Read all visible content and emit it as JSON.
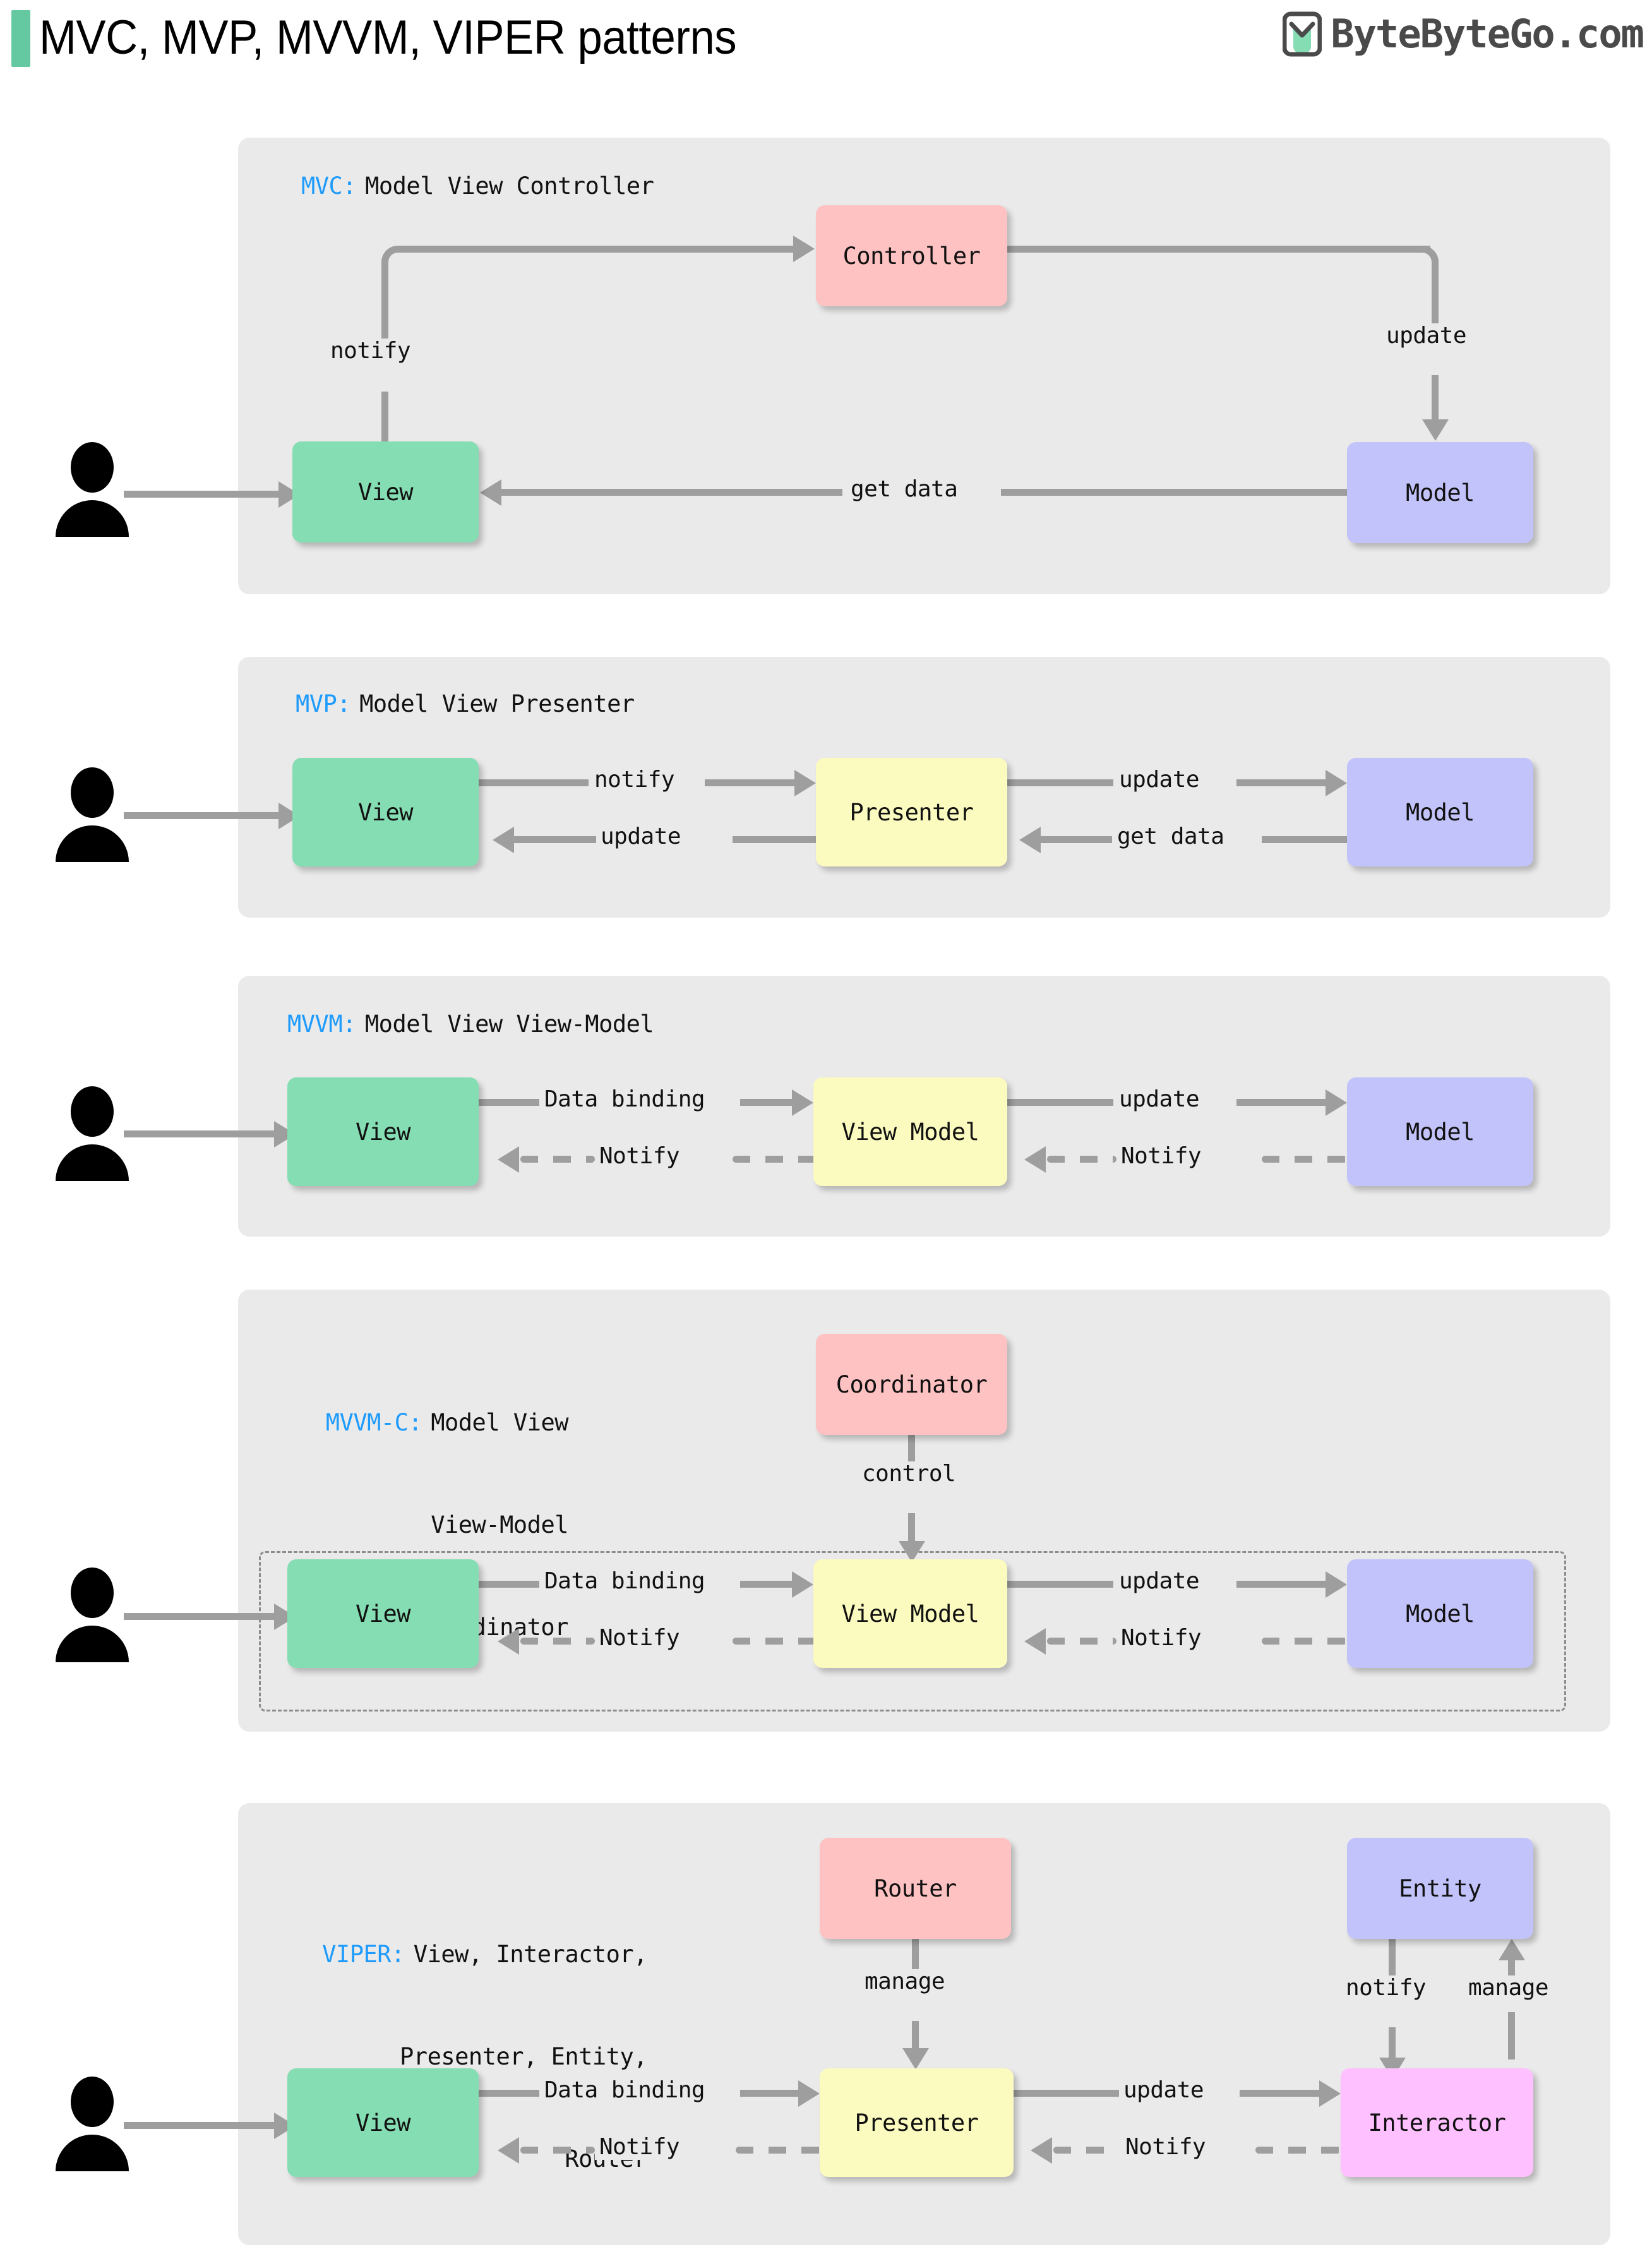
{
  "header": {
    "title": "MVC, MVP, MVVM, VIPER patterns",
    "accent_color": "#64c9a0",
    "brand_name": "ByteByteGo.com",
    "logo_icon": "bytebytego-logo-icon"
  },
  "palette": {
    "view": "#85ddb3",
    "controller": "#ffc2c2",
    "presenter": "#fbfbc0",
    "model": "#c3c3fb",
    "interactor": "#ffc0ff",
    "panel": "#eaeaea",
    "connector": "#9e9e9e",
    "abbr_text": "#1e9bfc"
  },
  "panels": [
    {
      "id": "mvc",
      "abbr": "MVC:",
      "title_lines": [
        "Model View Controller"
      ],
      "nodes": {
        "view": "View",
        "controller": "Controller",
        "model": "Model"
      },
      "edges": [
        {
          "label": "notify",
          "from": "View",
          "to": "Controller",
          "style": "solid"
        },
        {
          "label": "update",
          "from": "Controller",
          "to": "Model",
          "style": "solid"
        },
        {
          "label": "get data",
          "from": "Model",
          "to": "View",
          "style": "solid"
        }
      ]
    },
    {
      "id": "mvp",
      "abbr": "MVP:",
      "title_lines": [
        "Model View Presenter"
      ],
      "nodes": {
        "view": "View",
        "presenter": "Presenter",
        "model": "Model"
      },
      "edges": [
        {
          "label": "notify",
          "from": "View",
          "to": "Presenter",
          "style": "solid"
        },
        {
          "label": "update",
          "from": "Presenter",
          "to": "View",
          "style": "solid"
        },
        {
          "label": "update",
          "from": "Presenter",
          "to": "Model",
          "style": "solid"
        },
        {
          "label": "get data",
          "from": "Model",
          "to": "Presenter",
          "style": "solid"
        }
      ]
    },
    {
      "id": "mvvm",
      "abbr": "MVVM:",
      "title_lines": [
        "Model View View-Model"
      ],
      "nodes": {
        "view": "View",
        "view_model": "View Model",
        "model": "Model"
      },
      "edges": [
        {
          "label": "Data binding",
          "from": "View",
          "to": "View Model",
          "style": "solid"
        },
        {
          "label": "Notify",
          "from": "View Model",
          "to": "View",
          "style": "dashed"
        },
        {
          "label": "update",
          "from": "View Model",
          "to": "Model",
          "style": "solid"
        },
        {
          "label": "Notify",
          "from": "Model",
          "to": "View Model",
          "style": "dashed"
        }
      ]
    },
    {
      "id": "mvvm-c",
      "abbr": "MVVM-C:",
      "title_lines": [
        "Model View",
        "View-Model",
        "Coordinator"
      ],
      "nodes": {
        "coordinator": "Coordinator",
        "view": "View",
        "view_model": "View Model",
        "model": "Model"
      },
      "edges": [
        {
          "label": "control",
          "from": "Coordinator",
          "to": "View Model",
          "style": "solid"
        },
        {
          "label": "Data binding",
          "from": "View",
          "to": "View Model",
          "style": "solid"
        },
        {
          "label": "Notify",
          "from": "View Model",
          "to": "View",
          "style": "dashed"
        },
        {
          "label": "update",
          "from": "View Model",
          "to": "Model",
          "style": "solid"
        },
        {
          "label": "Notify",
          "from": "Model",
          "to": "View Model",
          "style": "dashed"
        }
      ]
    },
    {
      "id": "viper",
      "abbr": "VIPER:",
      "title_lines": [
        "View, Interactor,",
        "Presenter, Entity,",
        "Router"
      ],
      "nodes": {
        "router": "Router",
        "entity": "Entity",
        "view": "View",
        "presenter": "Presenter",
        "interactor": "Interactor"
      },
      "edges": [
        {
          "label": "manage",
          "from": "Router",
          "to": "Presenter",
          "style": "solid"
        },
        {
          "label": "notify",
          "from": "Entity",
          "to": "Interactor",
          "style": "solid"
        },
        {
          "label": "manage",
          "from": "Interactor",
          "to": "Entity",
          "style": "solid"
        },
        {
          "label": "Data binding",
          "from": "View",
          "to": "Presenter",
          "style": "solid"
        },
        {
          "label": "Notify",
          "from": "Presenter",
          "to": "View",
          "style": "dashed"
        },
        {
          "label": "update",
          "from": "Presenter",
          "to": "Interactor",
          "style": "solid"
        },
        {
          "label": "Notify",
          "from": "Interactor",
          "to": "Presenter",
          "style": "dashed"
        }
      ]
    }
  ],
  "labels": {
    "notify": "notify",
    "update": "update",
    "get_data": "get data",
    "data_binding": "Data binding",
    "notify_cap": "Notify",
    "control": "control",
    "manage": "manage",
    "view": "View",
    "controller": "Controller",
    "model": "Model",
    "presenter": "Presenter",
    "view_model": "View Model",
    "coordinator": "Coordinator",
    "router": "Router",
    "entity": "Entity",
    "interactor": "Interactor"
  }
}
